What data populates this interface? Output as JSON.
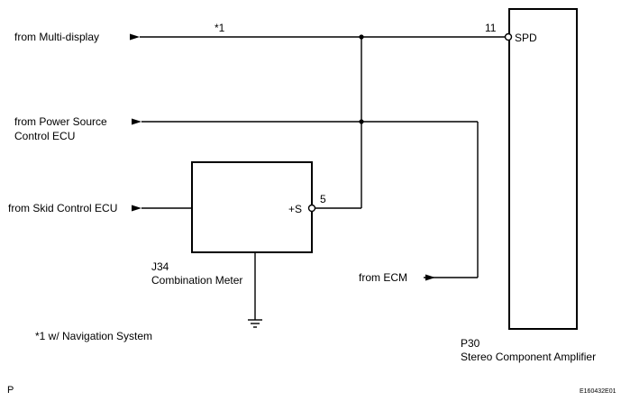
{
  "inputs": {
    "multi_display": "from Multi-display",
    "power_source_line1": "from Power Source",
    "power_source_line2": "Control ECU",
    "skid_control": "from Skid Control ECU",
    "ecm": "from ECM"
  },
  "wire_note": "*1",
  "combination_meter": {
    "id": "J34",
    "name": "Combination Meter",
    "terminal_name": "+S",
    "terminal_pin": "5"
  },
  "amplifier": {
    "id": "P30",
    "name": "Stereo Component Amplifier",
    "terminal_name": "SPD",
    "terminal_pin": "11"
  },
  "footnote": "*1  w/ Navigation System",
  "corner_letter": "P",
  "figure_code": "E160432E01"
}
